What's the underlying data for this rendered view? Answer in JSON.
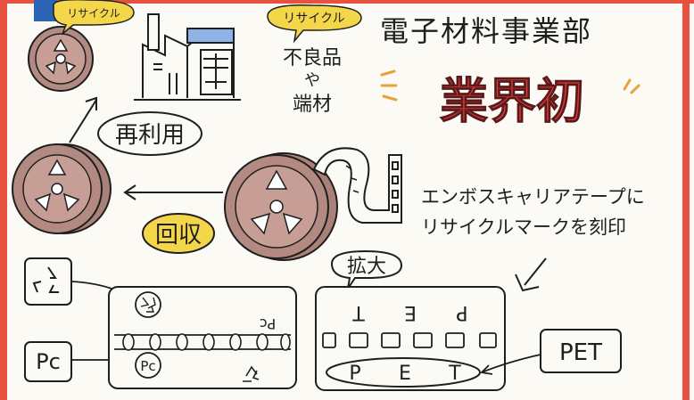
{
  "bubbles": {
    "top_left": "リサイクル",
    "top_mid": "リサイクル"
  },
  "middle_text": {
    "line1": "不良品",
    "line2": "や",
    "line3": "端材"
  },
  "title": {
    "department": "電子材料事業部",
    "industry_first": "業界初"
  },
  "labels": {
    "reuse": "再利用",
    "collect": "回収",
    "enlarge": "拡大"
  },
  "description": {
    "line1": "エンボスキャリアテープに",
    "line2": "リサイクルマークを刻印"
  },
  "tape_left": {
    "mark_pc_top": "Pc",
    "mark_pc_bottom": "Pc"
  },
  "tape_right": {
    "mirrored_top": [
      "P",
      "E",
      "T"
    ],
    "bottom_letters": [
      "P",
      "E",
      "T"
    ]
  },
  "boxes": {
    "pc": "Pc",
    "pet": "PET"
  },
  "colors": {
    "border_red": "#e8503f",
    "highlight_yellow": "#f3d64a",
    "reel_brown": "#b38a82",
    "title_red": "#d93a3a",
    "ink": "#1e1e1e"
  }
}
